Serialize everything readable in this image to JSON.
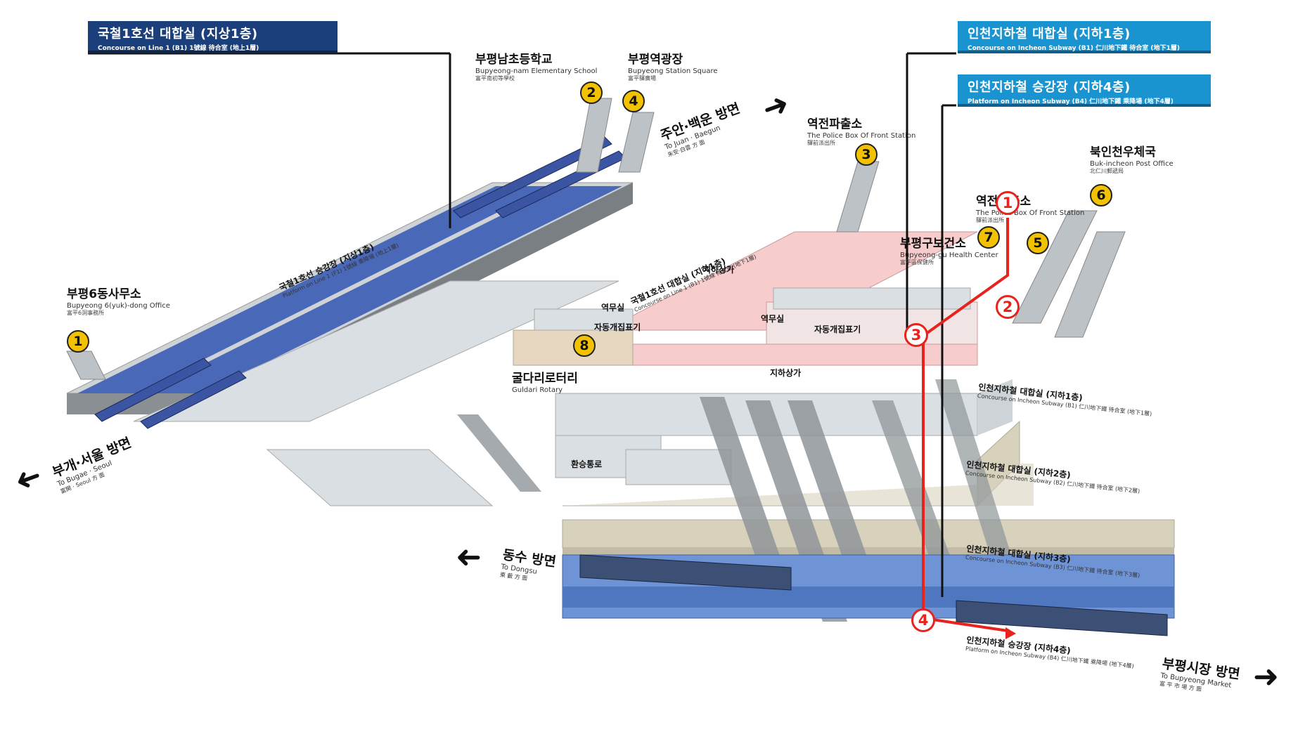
{
  "headers": {
    "line1_concourse": {
      "ko": "국철1호선 대합실 (지상1층)",
      "en": "Concourse on Line 1 (B1)   1號線 待合室 (地上1層)"
    },
    "incheon_concourse": {
      "ko": "인천지하철 대합실 (지하1층)",
      "en": "Concourse on Incheon Subway (B1)  仁川地下鐵 待合室 (地下1層)"
    },
    "incheon_platform": {
      "ko": "인천지하철 승강장 (지하4층)",
      "en": "Platform on Incheon Subway (B4)  仁川地下鐵 乘降場 (地下4層)"
    }
  },
  "exits": [
    {
      "num": "1",
      "ko": "부평6동사무소",
      "en": "Bupyeong 6(yuk)-dong Office",
      "zh": "富平6洞事務所"
    },
    {
      "num": "2",
      "ko": "부평남초등학교",
      "en": "Bupyeong-nam Elementary School",
      "zh": "富平南初等學校"
    },
    {
      "num": "4",
      "ko": "부평역광장",
      "en": "Bupyeong Station Square",
      "zh": "富平驛廣場"
    },
    {
      "num": "3",
      "ko": "역전파출소",
      "en": "The Police Box Of Front Station",
      "zh": "驛前派出所"
    },
    {
      "num": "6",
      "ko": "북인천우체국",
      "en": "Buk-incheon Post Office",
      "zh": "北仁川郵遞局"
    },
    {
      "num": "5",
      "ko": "역전파출소",
      "en": "The Police Box Of Front Station",
      "zh": "驛前派出所"
    },
    {
      "num": "7",
      "ko": "부평구보건소",
      "en": "Bupyeong-gu Health Center",
      "zh": "富平區保健所"
    },
    {
      "num": "8",
      "ko": "굴다리로터리",
      "en": "Guldari Rotary",
      "zh": ""
    }
  ],
  "directions": {
    "juan": {
      "ko": "주안·백운 방면",
      "en": "To Juan · Baegun",
      "zh": "朱安·白雲 方 面"
    },
    "seoul": {
      "ko": "부개·서울 방면",
      "en": "To Bugae · Seoul",
      "zh": "富開 · Seoul 方 面"
    },
    "dongsu": {
      "ko": "동수 방면",
      "en": "To Dongsu",
      "zh": "東 藪 方 面"
    },
    "market": {
      "ko": "부평시장 방면",
      "en": "To Bupyeong Market",
      "zh": "富 平 市 場 方 面"
    }
  },
  "floor_labels": {
    "line1_platform": {
      "ko": "국철1호선 승강장 (지상1층)",
      "en": "Platform on Line 1 (F1)  1號線 乘降場 (地上1層)"
    },
    "line1_concourse_b1": {
      "ko": "국철1호선 대합실 (지하1층)",
      "en": "Concourse on Line 1 (B1)  1號線 待合室 (地下1層)"
    },
    "underground_mall": "지하상가",
    "underground_mall_2": "지하상가",
    "station_office": "역무실",
    "station_office_2": "역무실",
    "ticket_gate": "자동개집표기",
    "ticket_gate_2": "자동개집표기",
    "transfer_path": "환승통로",
    "inc_b1": {
      "ko": "인천지하철 대합실 (지하1층)",
      "en": "Concourse on Incheon Subway (B1)  仁川地下鐵 待合室 (地下1層)"
    },
    "inc_b2": {
      "ko": "인천지하철 대합실 (지하2층)",
      "en": "Concourse on Incheon Subway (B2)  仁川地下鐵 待合室 (地下2層)"
    },
    "inc_b3": {
      "ko": "인천지하철 대합실 (지하3층)",
      "en": "Concourse on Incheon Subway (B3)  仁川地下鐵 待合室 (地下3層)"
    },
    "inc_b4": {
      "ko": "인천지하철 승강장 (지하4층)",
      "en": "Platform on Incheon Subway (B4)  仁川地下鐵 乘降場 (地下4層)"
    }
  },
  "route_steps": [
    "1",
    "2",
    "3",
    "4"
  ],
  "colors": {
    "navy": "#1a3f7a",
    "cyan": "#1a93d1",
    "route": "#e8221c",
    "exit": "#f2c200",
    "platform_blue": "#4a68b8",
    "pink": "#f6cccc",
    "tan": "#d8d2bd",
    "grey": "#d9dfe2"
  }
}
